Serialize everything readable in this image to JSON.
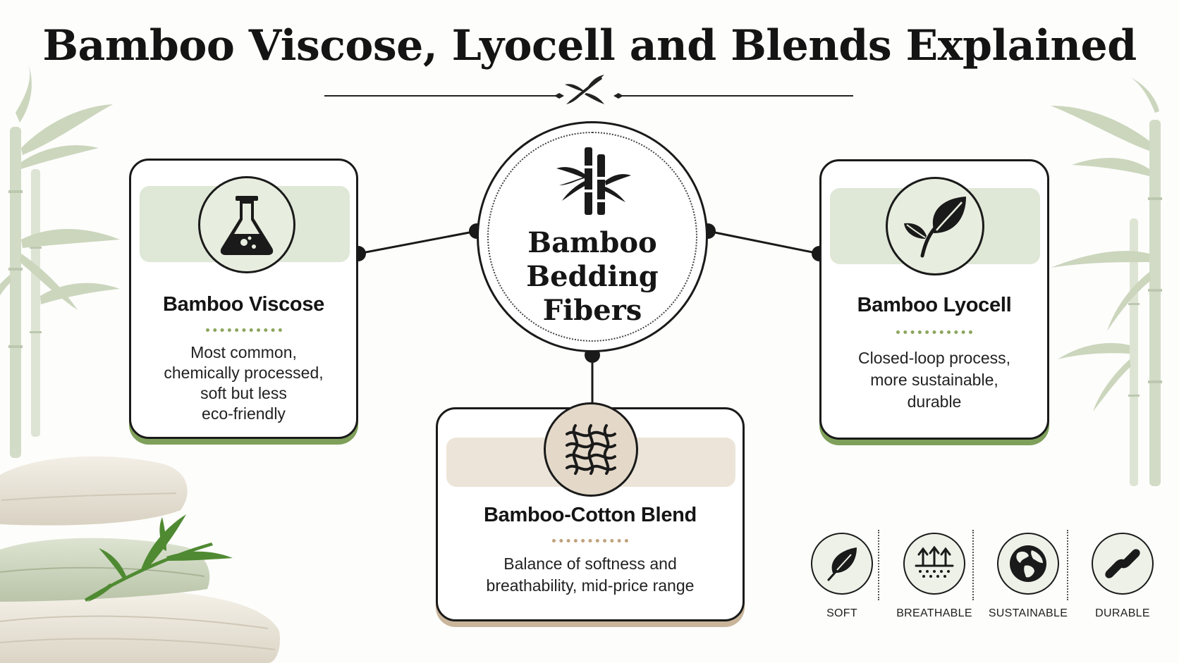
{
  "title": "Bamboo Viscose, Lyocell and Blends Explained",
  "hub": {
    "label_line1": "Bamboo",
    "label_line2": "Bedding",
    "label_line3": "Fibers"
  },
  "cards": {
    "viscose": {
      "title": "Bamboo Viscose",
      "desc_lines": [
        "Most common,",
        "chemically processed,",
        "soft but less",
        "eco-friendly"
      ],
      "icon": "flask-icon"
    },
    "lyocell": {
      "title": "Bamboo Lyocell",
      "desc_lines": [
        "Closed-loop process,",
        "more sustainable,",
        "durable"
      ],
      "icon": "leaf-icon"
    },
    "blend": {
      "title": "Bamboo-Cotton Blend",
      "desc_lines": [
        "Balance of softness and",
        "breathability, mid-price range"
      ],
      "icon": "woven-fabric-icon"
    }
  },
  "features": [
    {
      "label": "SOFT",
      "icon": "feather-icon"
    },
    {
      "label": "BREATHABLE",
      "icon": "airflow-icon"
    },
    {
      "label": "SUSTAINABLE",
      "icon": "globe-icon"
    },
    {
      "label": "DURABLE",
      "icon": "chain-link-icon"
    }
  ],
  "colors": {
    "accent_green": "#7fa05a",
    "band_green": "#dfe7d6",
    "accent_tan": "#c9b59a",
    "band_tan": "#ece4d8",
    "outline": "#1a1a1a"
  }
}
